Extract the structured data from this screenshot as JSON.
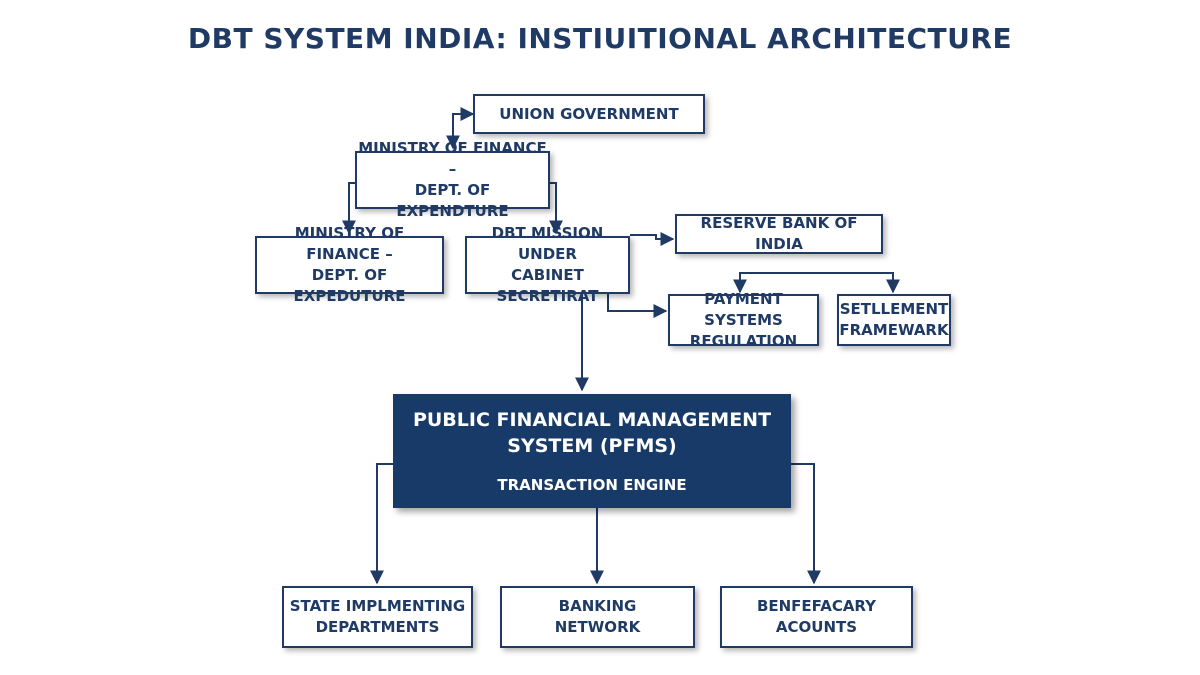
{
  "title": "DBT SYSTEM INDIA: INSTIUITIONAL ARCHITECTURE",
  "colors": {
    "primary": "#1f3a64",
    "dark_box": "#173a68",
    "background": "#ffffff"
  },
  "nodes": {
    "union_government": {
      "label": "UNION GOVERNMENT"
    },
    "ministry_top": {
      "line1": "MINISTRY OF FINANCE –",
      "line2": "DEPT. OF EXPENDTURE"
    },
    "ministry_left": {
      "line1": "MINISTRY OF FINANCE –",
      "line2": "DEPT. OF EXPEDUTURE"
    },
    "dbt_mission": {
      "line1": "DBT MISSION UNDER",
      "line2": "CABINET SECRETIRAT"
    },
    "rbi": {
      "label": "RESERVE BANK OF INDIA"
    },
    "payment_systems": {
      "line1": "PAYMENT SYSTEMS",
      "line2": "REGULATION"
    },
    "settlement": {
      "line1": "SETLLEMENT",
      "line2": "FRAMEWARK"
    },
    "pfms": {
      "line1": "PUBLIC FINANCIAL MANAGEMENT",
      "line2": "SYSTEM (PFMS)",
      "sub": "TRANSACTION ENGINE"
    },
    "state_departments": {
      "line1": "STATE IMPLMENTING",
      "line2": "DEPARTMENTS"
    },
    "banking_network": {
      "line1": "BANKING",
      "line2": "NETWORK"
    },
    "beneficiary_accounts": {
      "line1": "BENFEFACARY",
      "line2": "ACOUNTS"
    }
  }
}
